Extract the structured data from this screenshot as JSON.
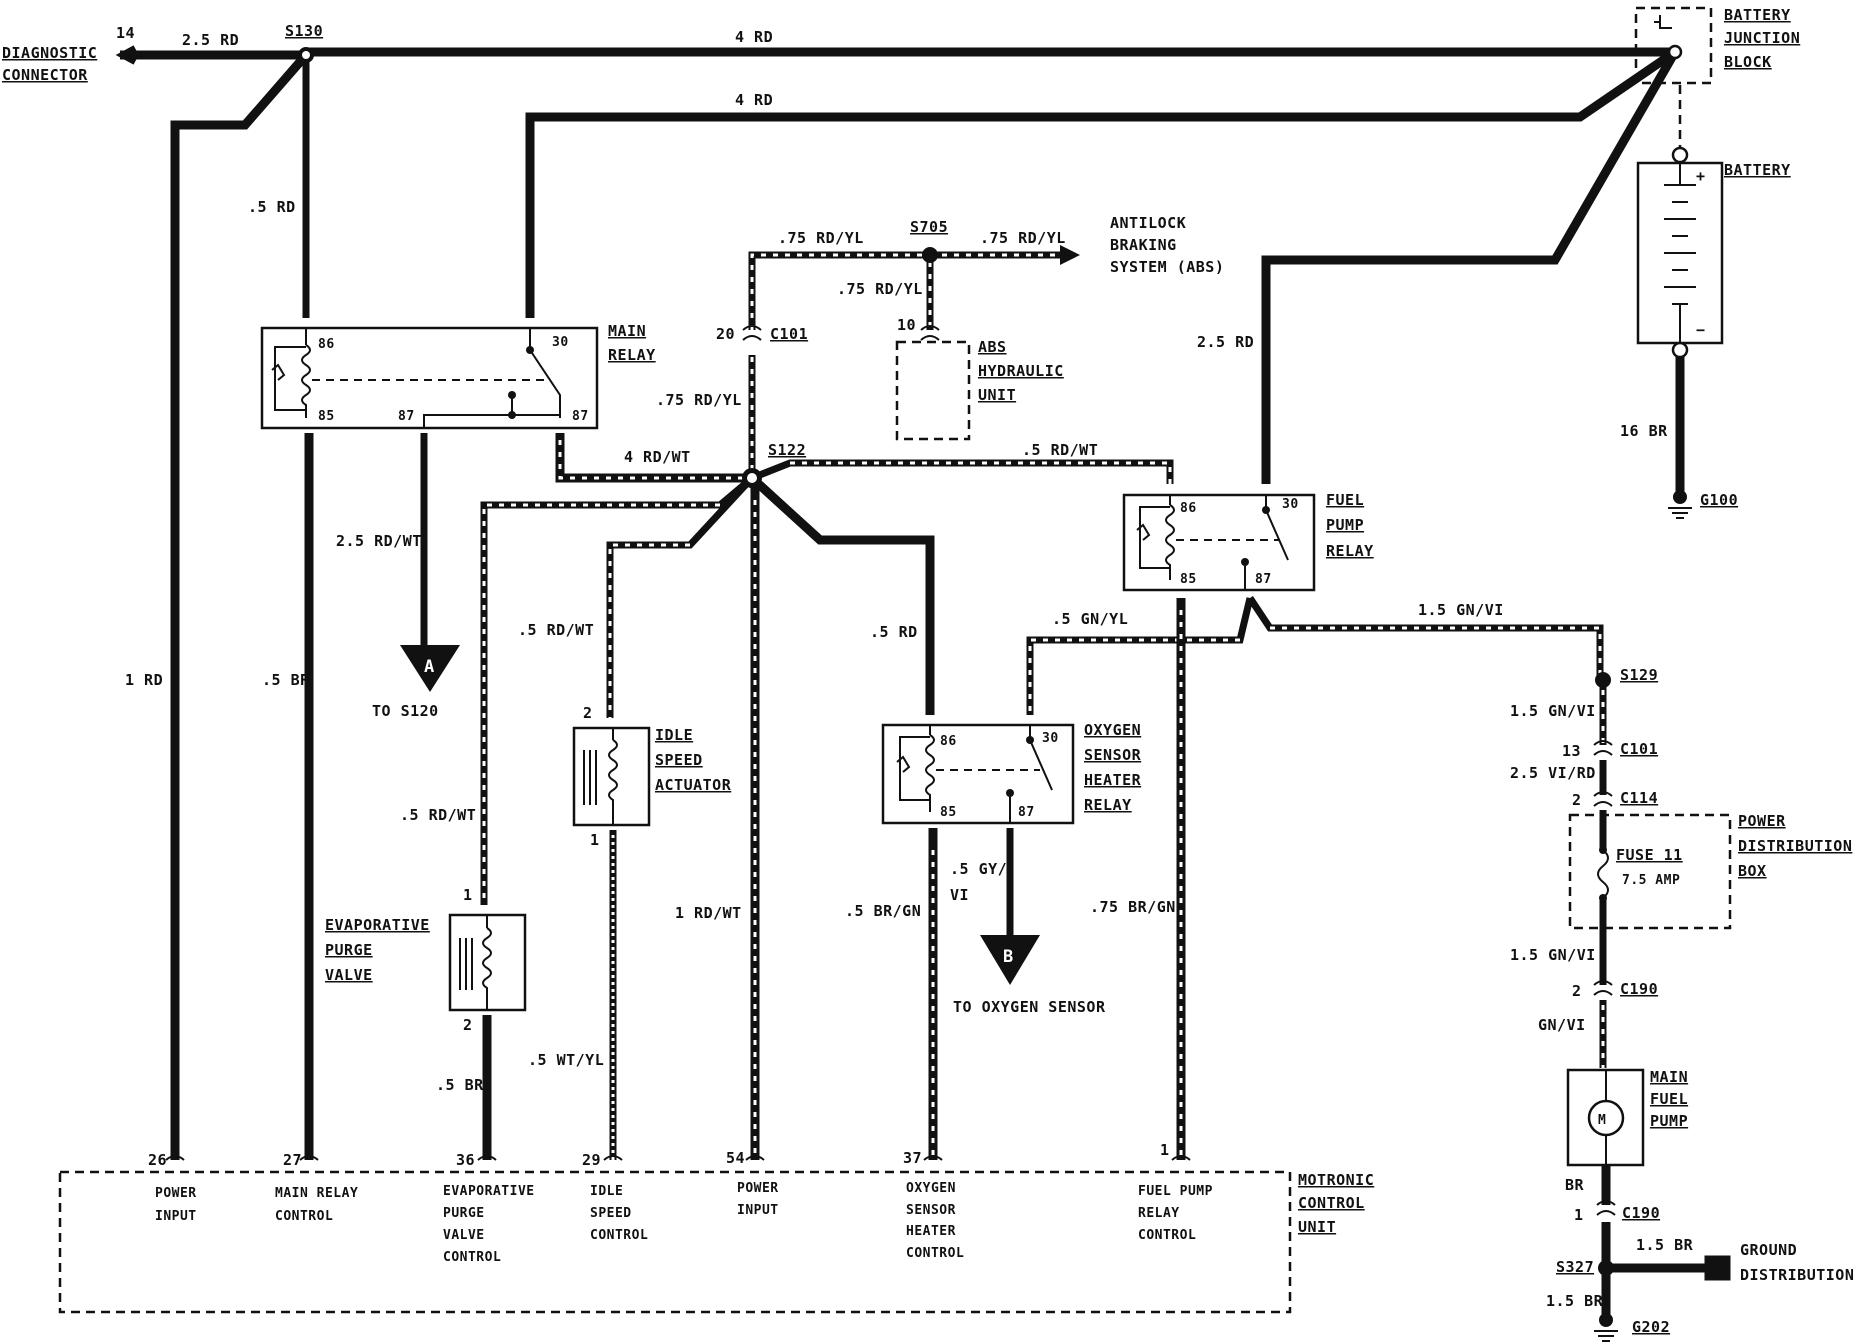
{
  "components": {
    "diagnostic_connector": [
      "DIAGNOSTIC",
      "CONNECTOR"
    ],
    "battery_junction_block": [
      "BATTERY",
      "JUNCTION",
      "BLOCK"
    ],
    "battery": "BATTERY",
    "main_relay": [
      "MAIN",
      "RELAY"
    ],
    "fuel_pump_relay": [
      "FUEL",
      "PUMP",
      "RELAY"
    ],
    "oxygen_sensor_heater_relay": [
      "OXYGEN",
      "SENSOR",
      "HEATER",
      "RELAY"
    ],
    "abs_hydraulic_unit": [
      "ABS",
      "HYDRAULIC",
      "UNIT"
    ],
    "antilock_braking_system": [
      "ANTILOCK",
      "BRAKING",
      "SYSTEM (ABS)"
    ],
    "idle_speed_actuator": [
      "IDLE",
      "SPEED",
      "ACTUATOR"
    ],
    "evaporative_purge_valve": [
      "EVAPORATIVE",
      "PURGE",
      "VALVE"
    ],
    "power_distribution_box": [
      "POWER",
      "DISTRIBUTION",
      "BOX"
    ],
    "fuse": [
      "FUSE 11",
      "7.5 AMP"
    ],
    "main_fuel_pump": [
      "MAIN",
      "FUEL",
      "PUMP"
    ],
    "motor_symbol": "M",
    "motronic_control_unit": [
      "MOTRONIC",
      "CONTROL",
      "UNIT"
    ],
    "ground_distribution": [
      "GROUND",
      "DISTRIBUTION"
    ],
    "to_s120": "TO S120",
    "to_oxygen_sensor": "TO OXYGEN SENSOR",
    "arrow_a": "A",
    "arrow_b": "B",
    "battery_plus": "+",
    "battery_minus": "−"
  },
  "splices": {
    "s130": "S130",
    "s705": "S705",
    "s122": "S122",
    "s129": "S129",
    "s327": "S327",
    "g100": "G100",
    "g202": "G202"
  },
  "connectors": {
    "c101_top": "C101",
    "c101_right": "C101",
    "c114": "C114",
    "c190_top": "C190",
    "c190_bottom": "C190"
  },
  "wires": {
    "diag_2_5rd": "2.5 RD",
    "top_4rd": "4 RD",
    "mid_4rd": "4 RD",
    "s130_5rd": ".5 RD",
    "pwr_1rd": "1 RD",
    "mr_5br": ".5 BR",
    "mr87_2_5rdwt": "2.5 RD/WT",
    "mr_4rdwt": "4 RD/WT",
    "s122_5rdwt": ".5 RD/WT",
    "ev_5rdwt": ".5 RD/WT",
    "ev_5br": ".5 BR",
    "isa_5rdwt": ".5 RD/WT",
    "isa_5wtyl": ".5 WT/YL",
    "pwr2_1rdwt": "1 RD/WT",
    "abs_75rdyl_a": ".75 RD/YL",
    "abs_75rdyl_b": ".75 RD/YL",
    "abs_75rdyl_c": ".75 RD/YL",
    "abs_75rdyl_d": ".75 RD/YL",
    "o2_5rd": ".5 RD",
    "o2_5gnyl": ".5 GN/YL",
    "o2_5brgn": ".5 BR/GN",
    "o2_5gyvi_a": ".5 GY/",
    "o2_5gyvi_b": "VI",
    "fp_2_5rd": "2.5 RD",
    "fp_75brgn": ".75 BR/GN",
    "fp_15gnvi": "1.5 GN/VI",
    "r_15gnvi_a": "1.5 GN/VI",
    "r_25virb": "2.5 VI/RD",
    "r_15gnvi_b": "1.5 GN/VI",
    "r_gnvi": "GN/VI",
    "r_br": "BR",
    "r_15br_a": "1.5 BR",
    "r_15br_b": "1.5 BR",
    "bat_16br": "16 BR"
  },
  "pins": {
    "diag": "14",
    "mr86": "86",
    "mr30": "30",
    "mr85": "85",
    "mr87a": "87",
    "mr87b": "87",
    "fp86": "86",
    "fp30": "30",
    "fp85": "85",
    "fp87": "87",
    "o286": "86",
    "o230": "30",
    "o285": "85",
    "o287": "87",
    "c101": "20",
    "abs": "10",
    "isa2": "2",
    "isa1": "1",
    "ev1": "1",
    "ev2": "2",
    "r13": "13",
    "r2a": "2",
    "r2b": "2",
    "r1": "1",
    "ecu26": "26",
    "ecu27": "27",
    "ecu36": "36",
    "ecu29": "29",
    "ecu54": "54",
    "ecu37": "37",
    "ecu1": "1"
  },
  "ecu_labels": {
    "p26": [
      "POWER",
      "INPUT"
    ],
    "p27": [
      "MAIN RELAY",
      "CONTROL"
    ],
    "p36": [
      "EVAPORATIVE",
      "PURGE",
      "VALVE",
      "CONTROL"
    ],
    "p29": [
      "IDLE",
      "SPEED",
      "CONTROL"
    ],
    "p54": [
      "POWER",
      "INPUT"
    ],
    "p37": [
      "OXYGEN",
      "SENSOR",
      "HEATER",
      "CONTROL"
    ],
    "p1": [
      "FUEL PUMP",
      "RELAY",
      "CONTROL"
    ]
  }
}
